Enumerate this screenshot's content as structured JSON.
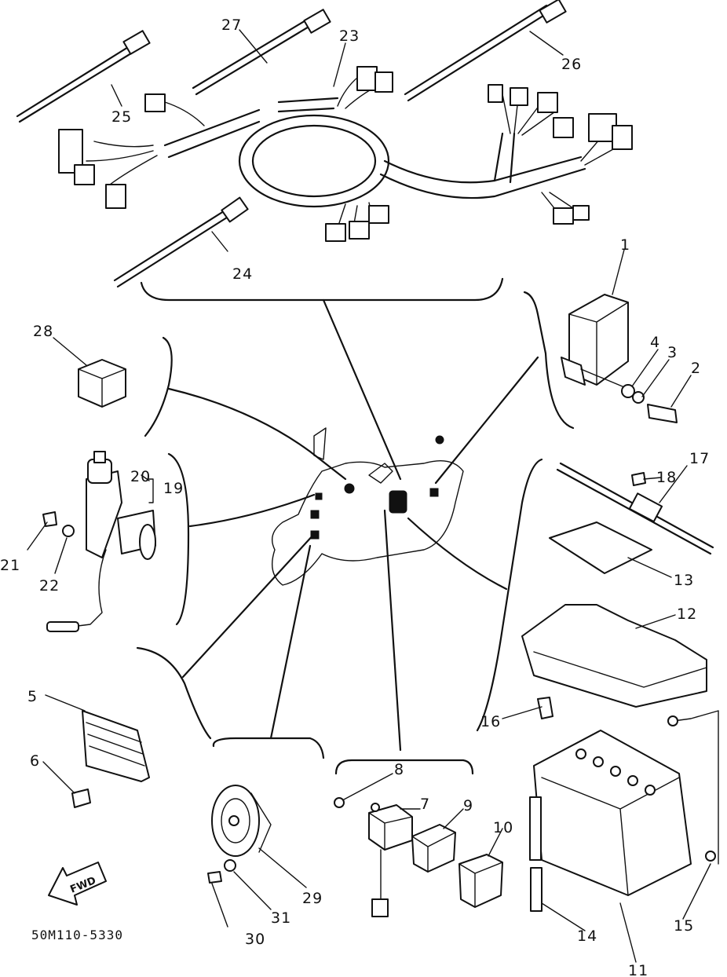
{
  "diagram": {
    "drawing_code": "50M110-5330",
    "fwd_label": "FWD",
    "callouts": {
      "p1": "1",
      "p2": "2",
      "p3": "3",
      "p4": "4",
      "p5": "5",
      "p6": "6",
      "p7": "7",
      "p8": "8",
      "p9": "9",
      "p10": "10",
      "p11": "11",
      "p12": "12",
      "p13": "13",
      "p14": "14",
      "p15": "15",
      "p16": "16",
      "p17": "17",
      "p18": "18",
      "p19": "19",
      "p20": "20",
      "p21": "21",
      "p22": "22",
      "p23": "23",
      "p24": "24",
      "p25": "25",
      "p26": "26",
      "p27": "27",
      "p28": "28",
      "p29": "29",
      "p30": "30",
      "p31": "31"
    }
  }
}
